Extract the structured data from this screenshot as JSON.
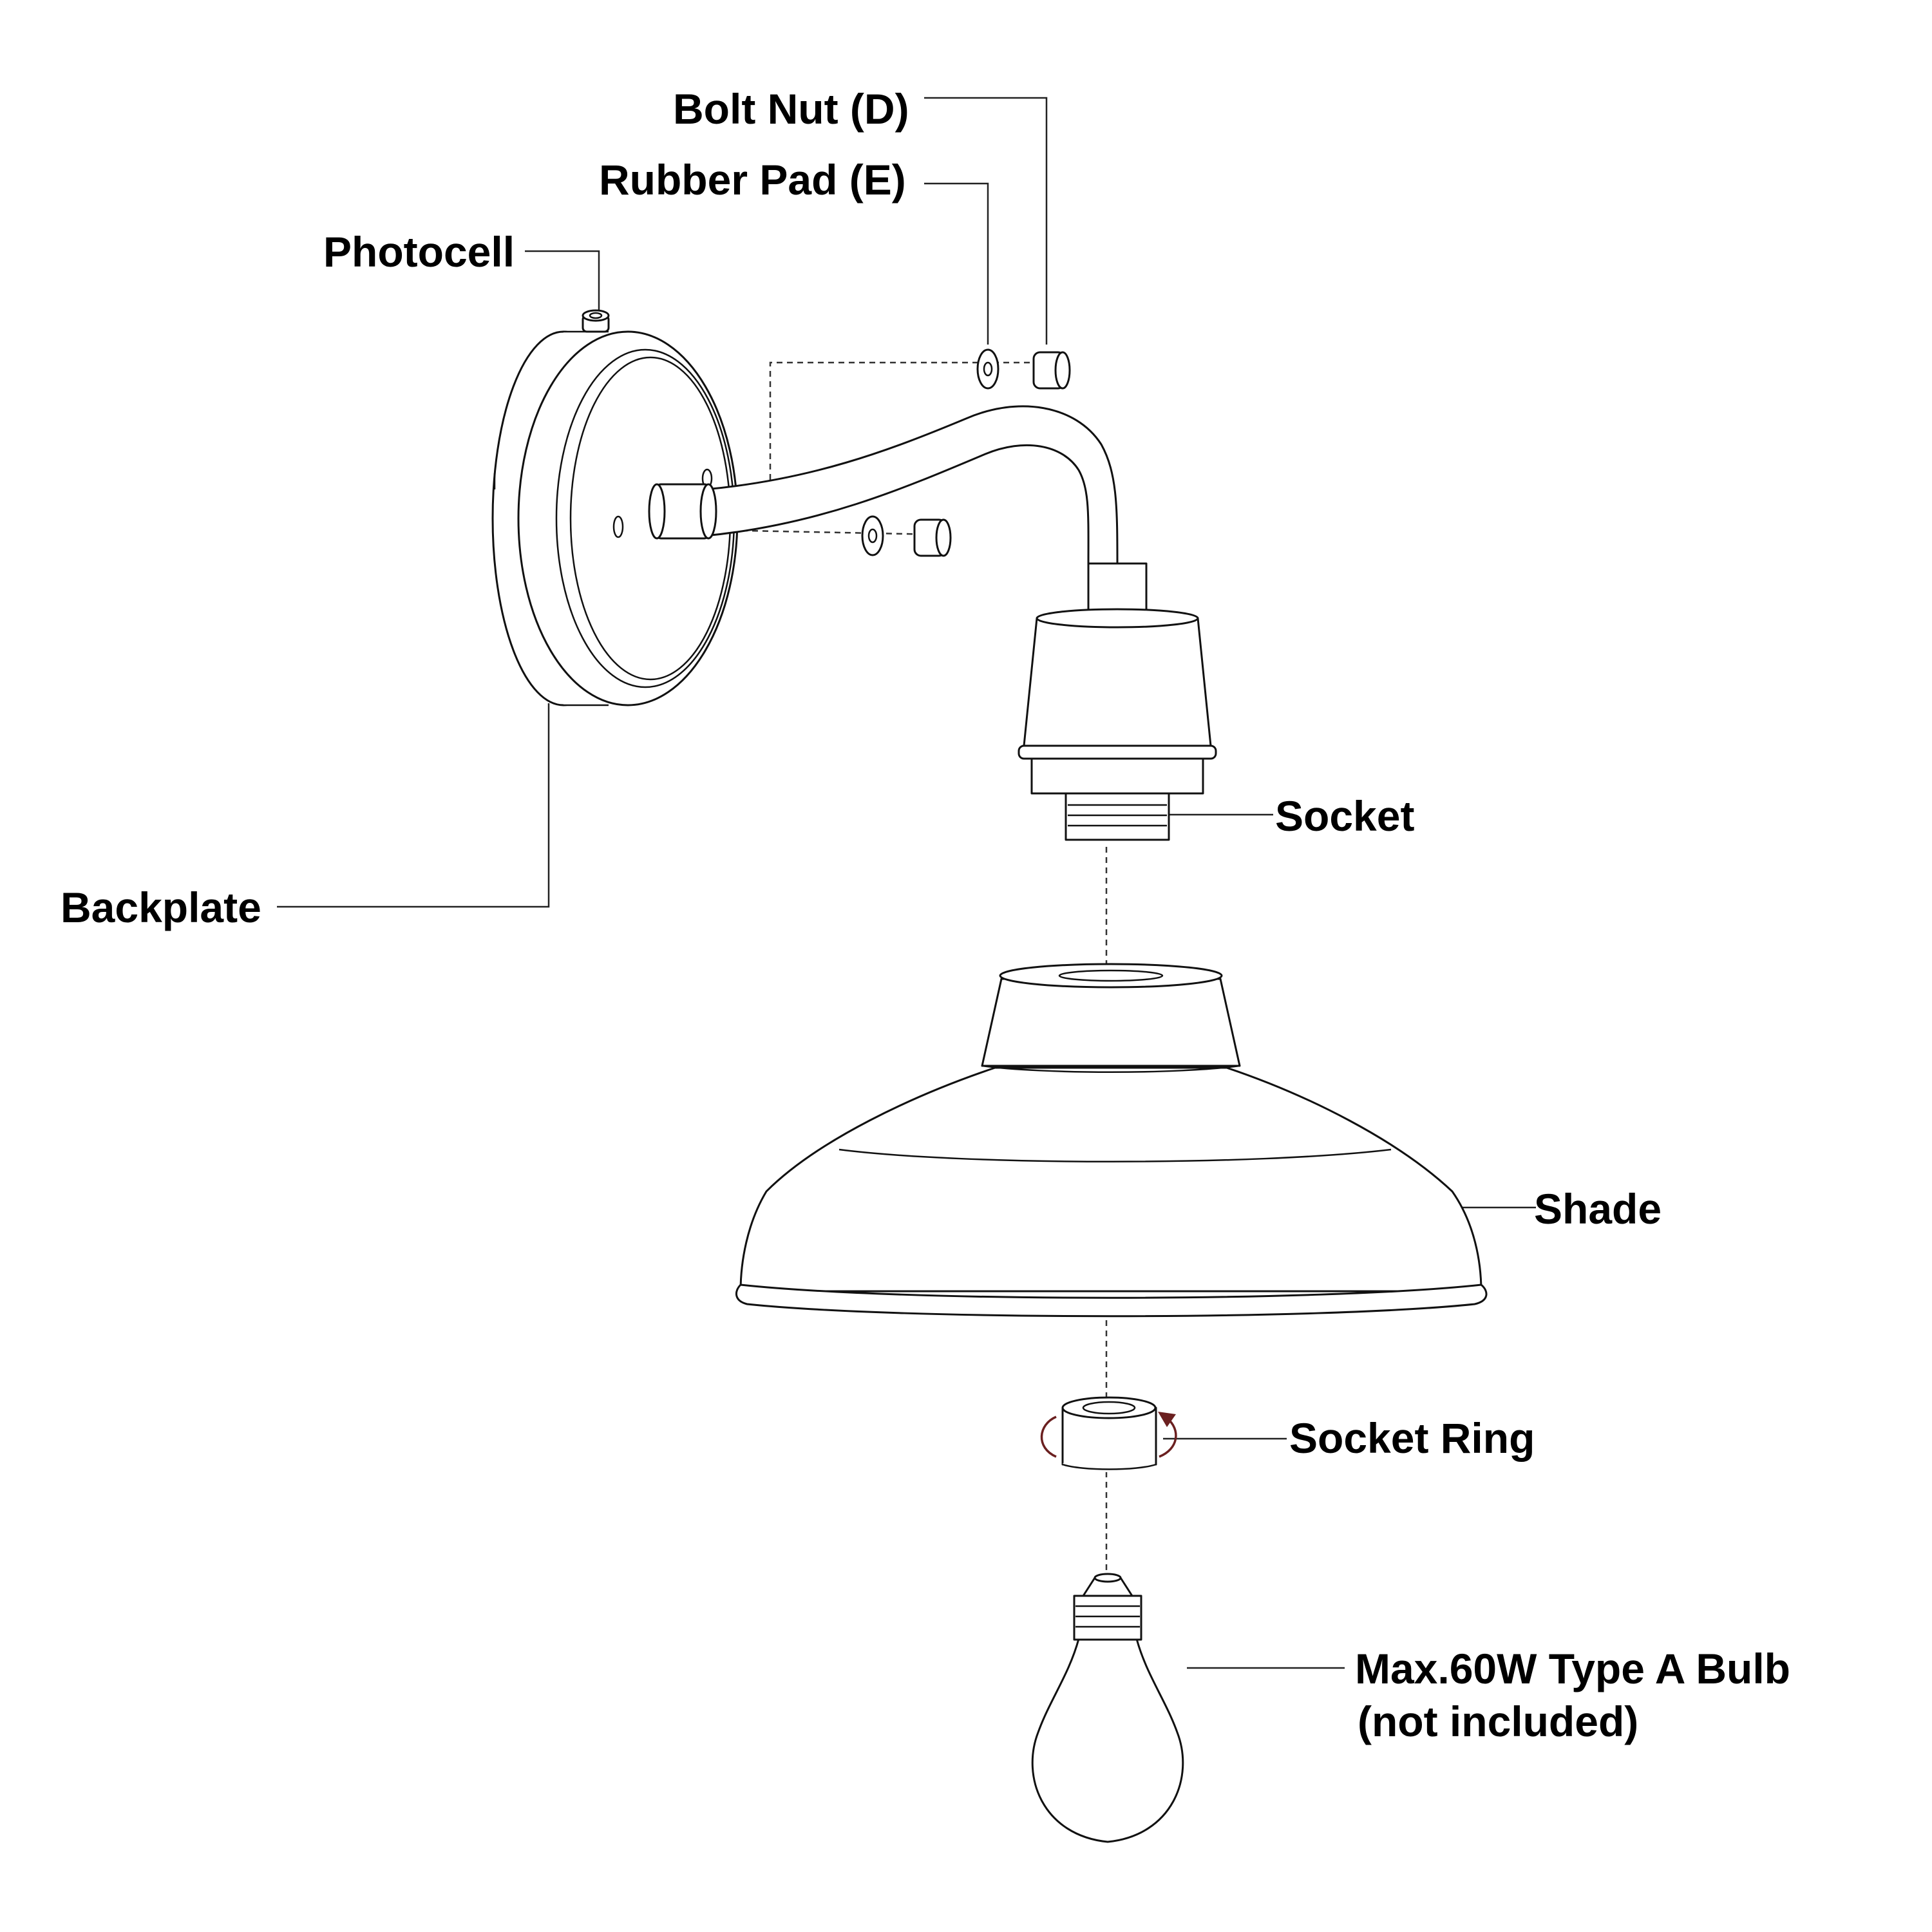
{
  "labels": {
    "bolt_nut": "Bolt Nut (D)",
    "rubber_pad": "Rubber Pad (E)",
    "photocell": "Photocell",
    "backplate": "Backplate",
    "socket": "Socket",
    "shade": "Shade",
    "socket_ring": "Socket Ring",
    "bulb_line1": "Max.60W Type A Bulb",
    "bulb_line2": "(not included)"
  },
  "colors": {
    "line": "#111111",
    "background": "#ffffff",
    "rotation_arrow": "#6b2020"
  }
}
